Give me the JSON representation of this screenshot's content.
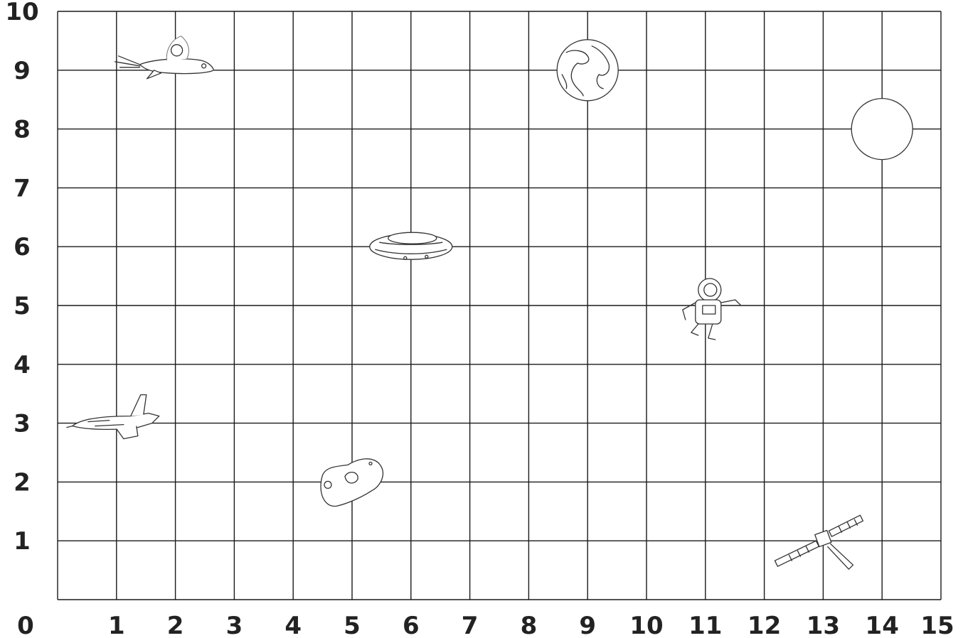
{
  "grid": {
    "x_min": 0,
    "x_max": 15,
    "y_min": 0,
    "y_max": 10,
    "x_tick_labels": [
      "0",
      "1",
      "2",
      "3",
      "4",
      "5",
      "6",
      "7",
      "8",
      "9",
      "10",
      "11",
      "12",
      "13",
      "14",
      "15"
    ],
    "y_tick_labels": [
      "1",
      "2",
      "3",
      "4",
      "5",
      "6",
      "7",
      "8",
      "9",
      "10"
    ]
  },
  "objects": [
    {
      "name": "rocket-icon",
      "x": 2,
      "y": 9
    },
    {
      "name": "earth-icon",
      "x": 9,
      "y": 9
    },
    {
      "name": "moon-icon",
      "x": 14,
      "y": 8
    },
    {
      "name": "ufo-icon",
      "x": 6,
      "y": 6
    },
    {
      "name": "astronaut-icon",
      "x": 11,
      "y": 5
    },
    {
      "name": "space-shuttle-icon",
      "x": 1,
      "y": 3
    },
    {
      "name": "asteroid-icon",
      "x": 5,
      "y": 2
    },
    {
      "name": "satellite-icon",
      "x": 13,
      "y": 1
    }
  ]
}
